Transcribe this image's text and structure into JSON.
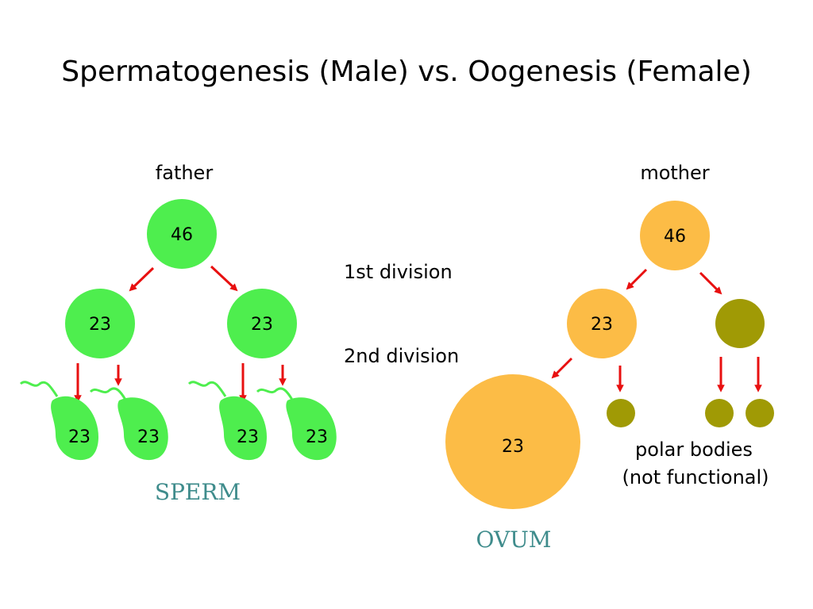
{
  "title": "Spermatogenesis (Male)  vs. Oogenesis (Female)",
  "male": {
    "parent_label": "father",
    "parent_chromosomes": "46",
    "secondary_cells": [
      "23",
      "23"
    ],
    "sperm_cells": [
      "23",
      "23",
      "23",
      "23"
    ],
    "caption": "SPERM"
  },
  "divisions": {
    "first": "1st division",
    "second": "2nd division"
  },
  "female": {
    "parent_label": "mother",
    "parent_chromosomes": "46",
    "secondary_cell": "23",
    "ovum_chromosomes": "23",
    "polar_label_line1": "polar bodies",
    "polar_label_line2": "(not functional)",
    "caption": "OVUM"
  },
  "colors": {
    "male_cell": "#4eee4e",
    "female_cell": "#fcbc46",
    "polar_body": "#a09a05",
    "arrow": "#e81010",
    "caption": "#3f8c8c"
  }
}
